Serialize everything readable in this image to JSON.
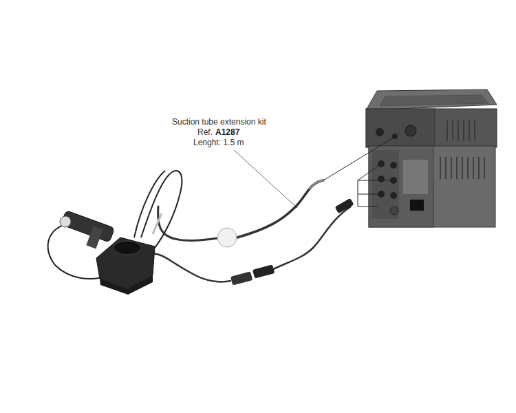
{
  "diagram": {
    "labels": [
      "Suction tube extension kit",
      "Ref.",
      "A1287",
      "Lenght: 1.5 m"
    ]
  }
}
